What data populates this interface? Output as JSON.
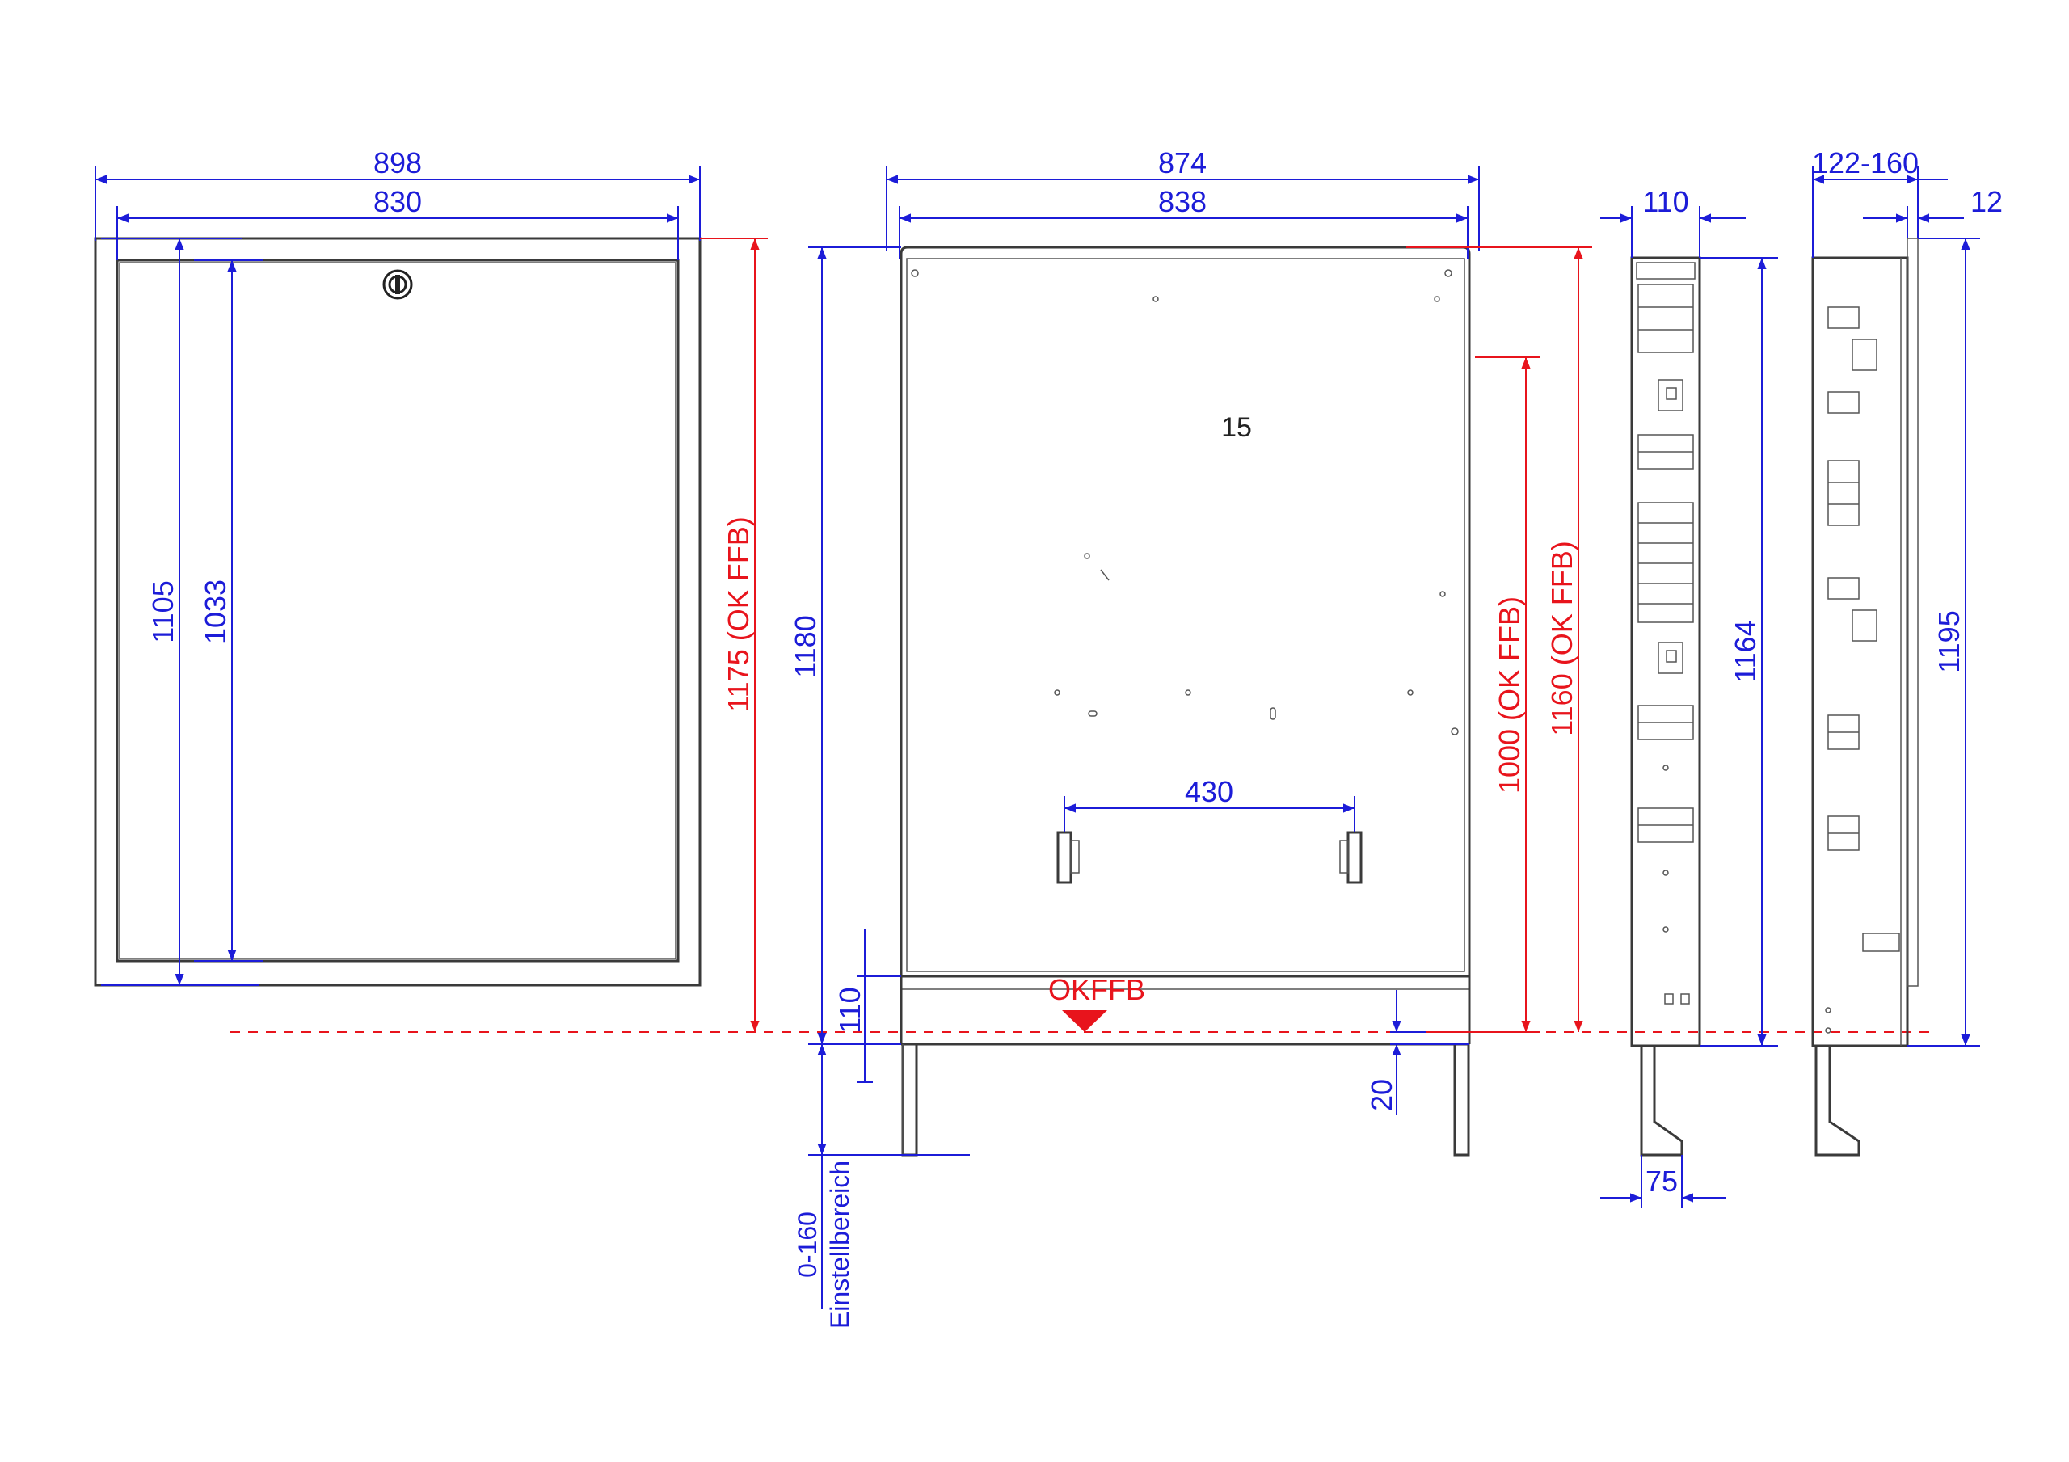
{
  "colors": {
    "dimension_blue": "#1c1cd8",
    "reference_red": "#e8141c",
    "outline": "#3a3a3a"
  },
  "front_view": {
    "overall_width": "898",
    "inner_width": "830",
    "overall_height": "1105",
    "inner_height": "1033",
    "height_okffb": "1175 (OK FFB)",
    "lock_icon": "round-lock-icon"
  },
  "mounting_view": {
    "overall_width": "874",
    "inner_width": "838",
    "total_height": "1180",
    "part_label": "15",
    "bracket_spacing": "430",
    "base_height": "110",
    "foot_height": "20",
    "floor_label": "OKFFB",
    "floor_marker_icon": "floor-level-triangle-icon",
    "height_1000": "1000 (OK FFB)",
    "height_1160": "1160 (OK FFB)",
    "adjust_range": "0-160",
    "adjust_label": "Einstellbereich"
  },
  "side_view": {
    "depth": "110",
    "height": "1164",
    "foot_depth": "75"
  },
  "side_view_with_door": {
    "depth_range": "122-160",
    "door_thickness": "12",
    "height": "1195"
  }
}
